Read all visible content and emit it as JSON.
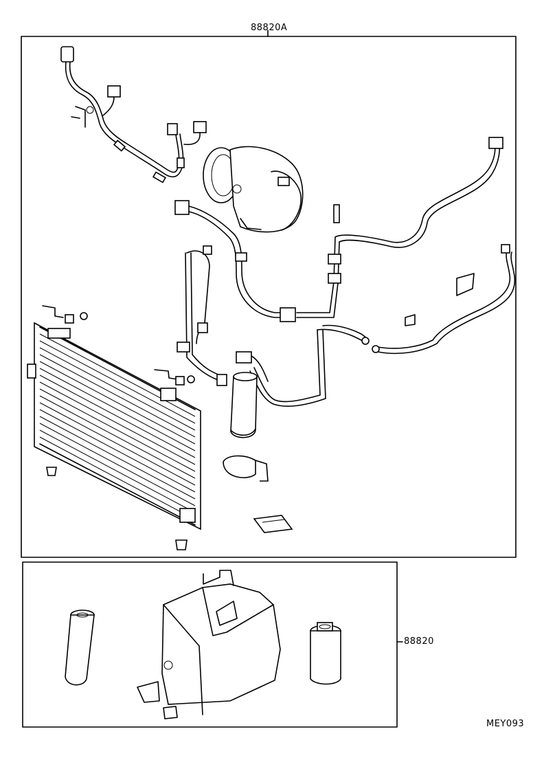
{
  "labels": {
    "upper_assembly": "88820A",
    "lower_assembly": "88820",
    "diagram_code": "MEY093"
  }
}
